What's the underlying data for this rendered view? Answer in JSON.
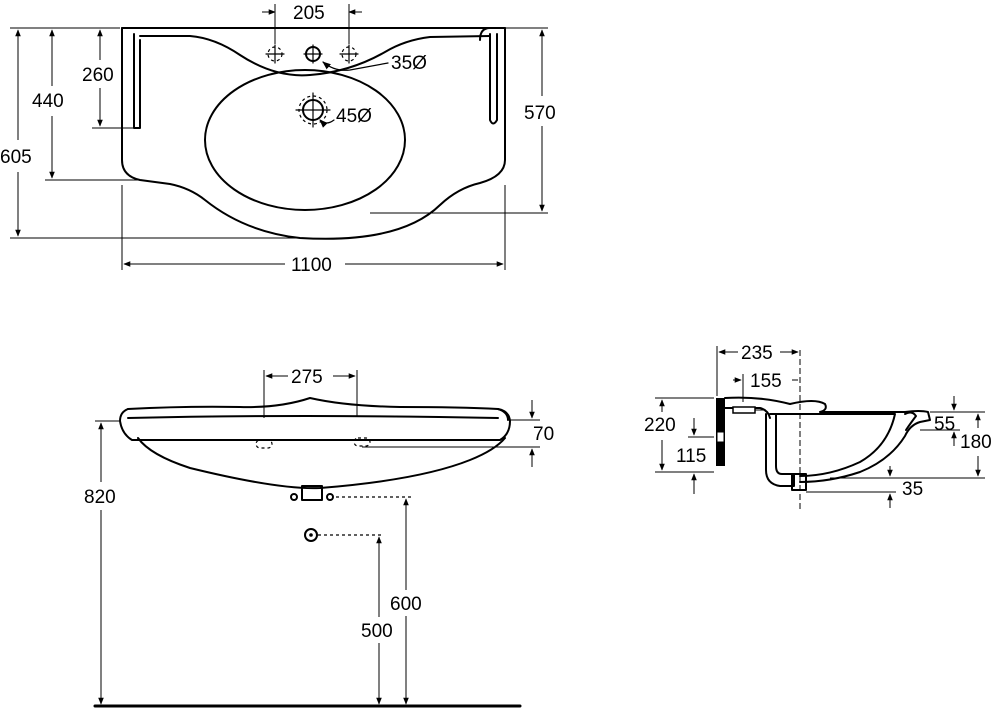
{
  "top_view": {
    "dim_tap_spacing": "205",
    "dim_overall_depth": "605",
    "dim_side_depth": "440",
    "dim_deck_depth": "260",
    "dim_bowl_depth": "570",
    "dim_tap_hole": "35Ø",
    "dim_waste_hole": "45Ø",
    "dim_width": "1100"
  },
  "front_view": {
    "dim_tap_width": "275",
    "dim_rim_thickness": "70",
    "dim_rim_height": "820",
    "dim_waste_height": "600",
    "dim_supply_height": "500"
  },
  "side_view": {
    "dim_deck_235": "235",
    "dim_deck_155": "155",
    "dim_total_height": "220",
    "dim_bracket": "115",
    "dim_bowl_height": "180",
    "dim_overflow": "55",
    "dim_outlet": "35"
  }
}
